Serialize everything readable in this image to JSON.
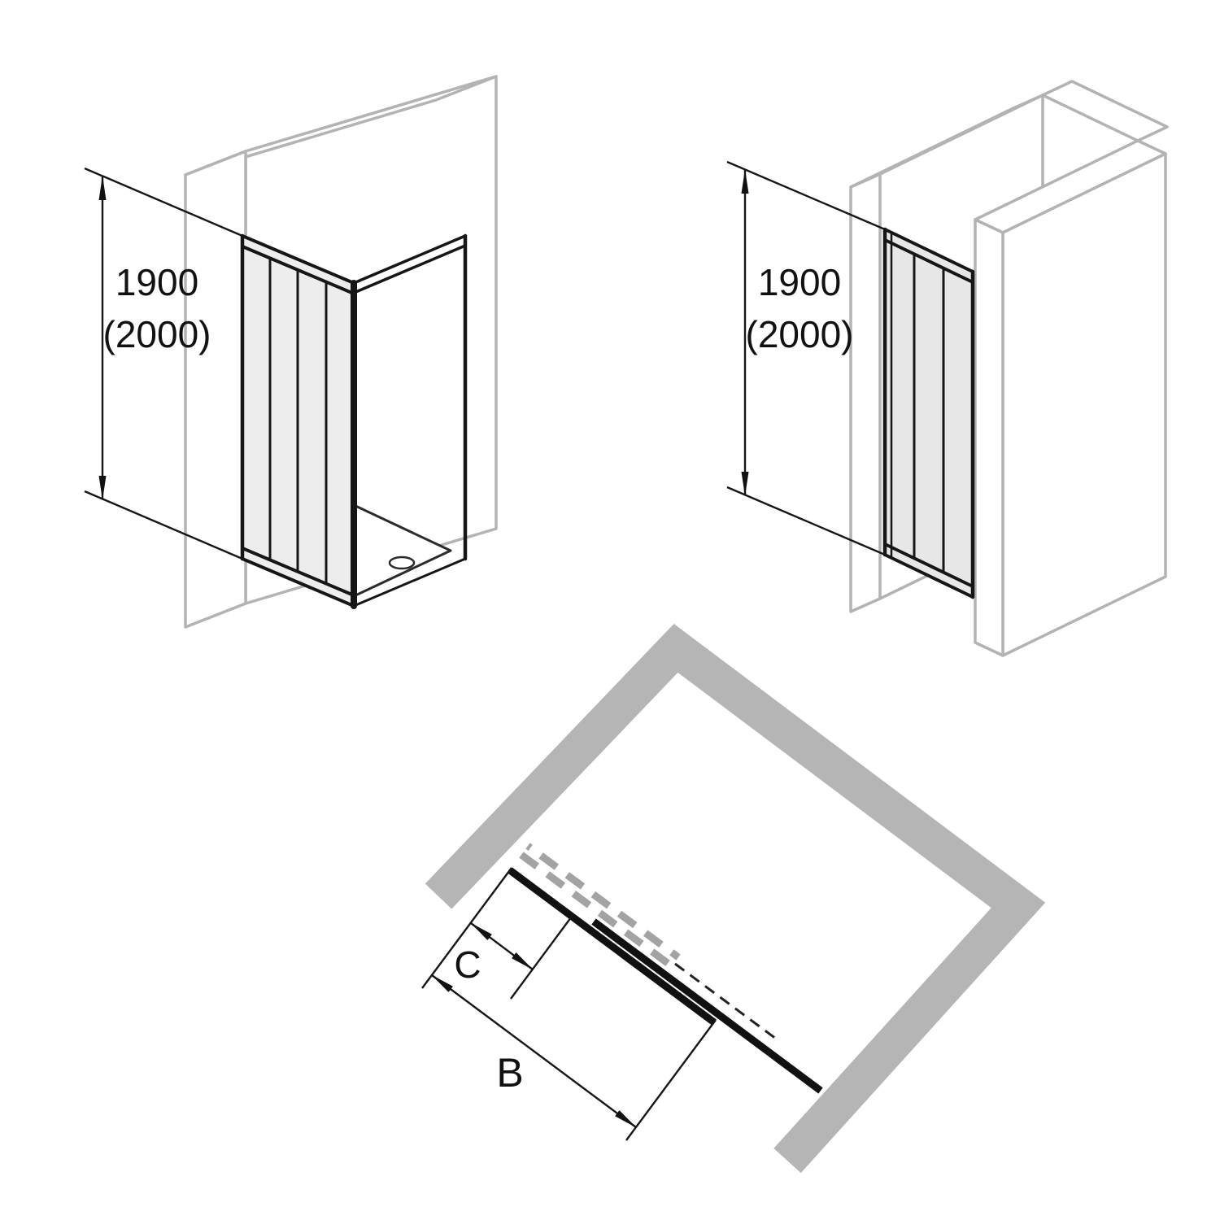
{
  "colors": {
    "background": "#ffffff",
    "wall_gray": "#b3b3b3",
    "plan_wall_gray": "#b5b5b5",
    "product_line": "#161616",
    "glass_left": "#ededed",
    "glass_right": "#e7e7e7",
    "open_panel_dash_gray": "#a3a3a3"
  },
  "left_view": {
    "height_dim_primary": "1900",
    "height_dim_secondary": "(2000)"
  },
  "right_view": {
    "height_dim_primary": "1900",
    "height_dim_secondary": "(2000)"
  },
  "plan_view": {
    "door_width_label": "B",
    "panel_width_label": "C"
  }
}
